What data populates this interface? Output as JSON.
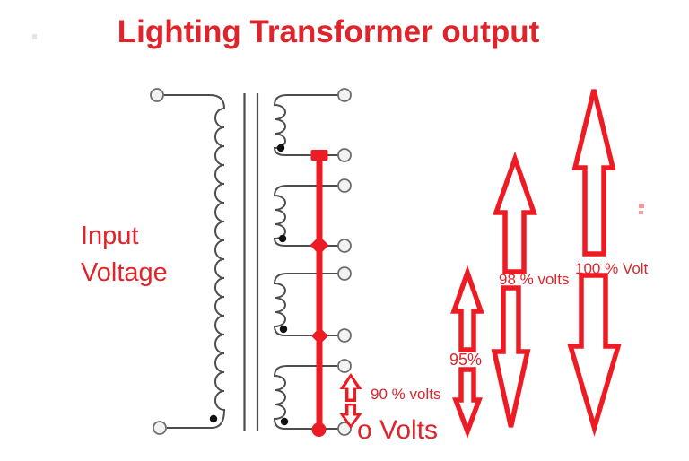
{
  "title": "Lighting Transformer output",
  "left_label": {
    "line1": "Input",
    "line2": "Voltage"
  },
  "taps": {
    "v90": "90 % volts",
    "v0": "o Volts",
    "v95": "95%",
    "v98": "98 % volts",
    "v100": "100 % Volt"
  },
  "diagram": {
    "type": "multi-tap transformer schematic",
    "primary_windings": 1,
    "secondary_windings": 4,
    "tap_levels_percent": [
      0,
      90,
      95,
      98,
      100
    ]
  },
  "colors": {
    "red": "#ed1c24",
    "text_red": "#e0242b",
    "wire": "#4d4d4d",
    "terminal_fill": "#f2f2f2",
    "terminal_stroke": "#6e6e6e",
    "dot": "#111111"
  }
}
